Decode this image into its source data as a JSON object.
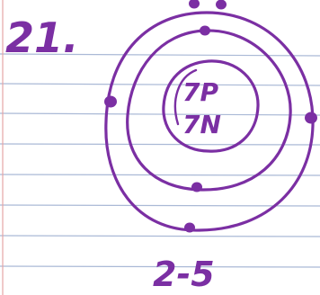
{
  "problem_number": "21.",
  "nucleus": {
    "protons": "7P",
    "neutrons": "7N"
  },
  "electron_configuration": "2-5",
  "shells": [
    {
      "electrons": 2
    },
    {
      "electrons": 5
    }
  ],
  "colors": {
    "ink": "#7b2fa3",
    "rule_line": "#aab9d6",
    "margin_line": "#e5a5a5",
    "paper": "#ffffff"
  }
}
